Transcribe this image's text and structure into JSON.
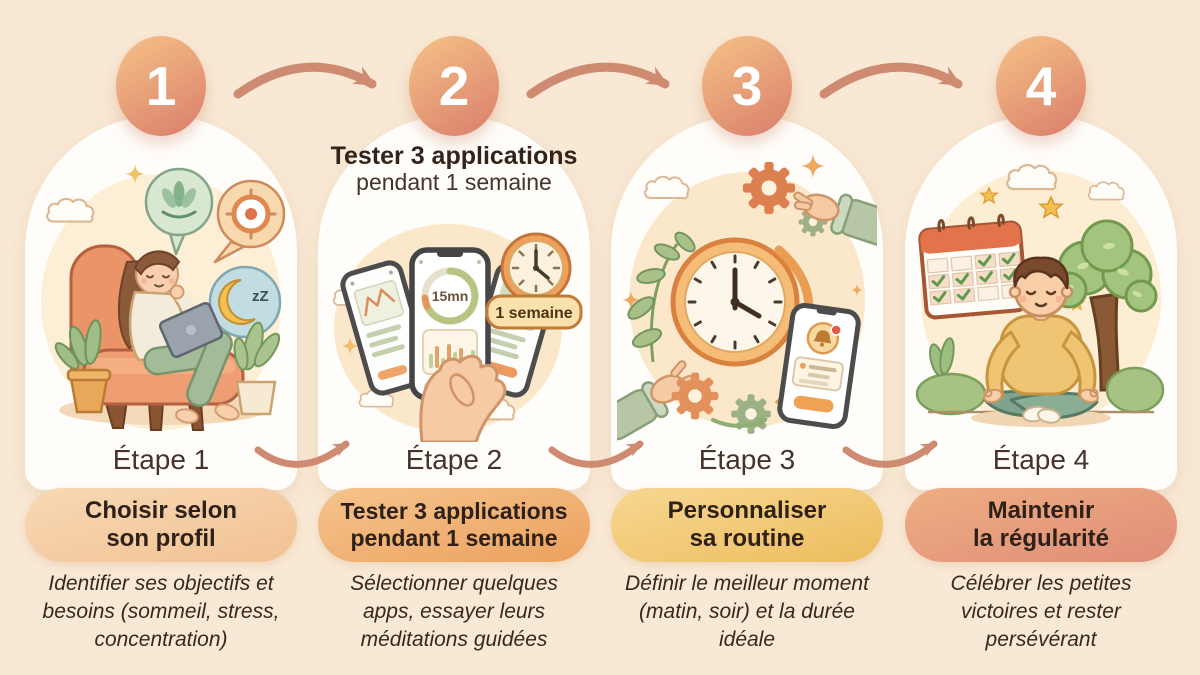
{
  "page": {
    "background_color": "#f8e8d4",
    "accent_arrow_color": "#cf8a72",
    "step_circle_gradient": [
      "#f6c287",
      "#d97e6b"
    ]
  },
  "steps": [
    {
      "number": "1",
      "etape_label": "Étape 1",
      "title_line1": "Choisir selon",
      "title_line2": "son profil",
      "description": "Identifier ses objectifs et besoins (sommeil, stress, concentration)",
      "pill_gradient": [
        "#f8d9b6",
        "#f1c192"
      ],
      "illustration": "femme-fauteuil-tablette",
      "illustration_texts": {
        "sleep_zs": "zZ"
      }
    },
    {
      "number": "2",
      "etape_label": "Étape 2",
      "top_caption_line1": "Tester 3 applications",
      "top_caption_line2": "pendant 1 semaine",
      "title_line1": "Tester 3 applications",
      "title_line2": "pendant 1 semaine",
      "description": "Sélectionner quelques apps, essayer leurs méditations guidées",
      "pill_gradient": [
        "#f5c48c",
        "#eca15f"
      ],
      "illustration": "main-trois-smartphones",
      "illustration_texts": {
        "timer": "15mn",
        "week_badge": "1 semaine"
      }
    },
    {
      "number": "3",
      "etape_label": "Étape 3",
      "title_line1": "Personnaliser",
      "title_line2": "sa routine",
      "description": "Définir le meilleur moment (matin, soir) et la durée idéale",
      "pill_gradient": [
        "#f7d792",
        "#edbd5e"
      ],
      "illustration": "horloge-engrenages"
    },
    {
      "number": "4",
      "etape_label": "Étape 4",
      "title_line1": "Maintenir",
      "title_line2": "la régularité",
      "description": "Célébrer les petites victoires et rester persévérant",
      "pill_gradient": [
        "#efae82",
        "#df8d78"
      ],
      "illustration": "meditation-calendrier"
    }
  ]
}
